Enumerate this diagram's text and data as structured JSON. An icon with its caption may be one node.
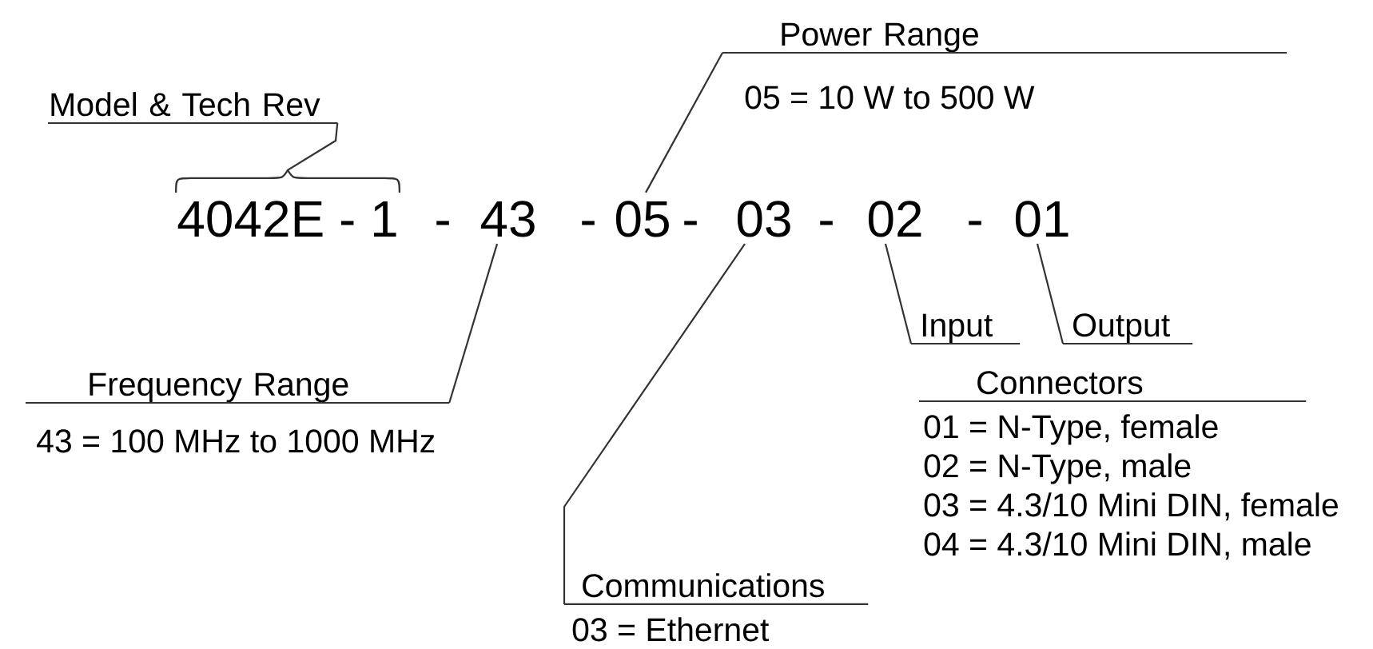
{
  "diagram": {
    "nodes": [
      {
        "text": [
          "Model & Tech Rev"
        ]
      },
      {
        "text": [
          "Power Range"
        ],
        "beside": [
          "05 = 10 W to 500 W"
        ]
      },
      {
        "text": [
          "4042E - 1"
        ]
      },
      {
        "text": [
          "43"
        ]
      },
      {
        "text": [
          "05"
        ]
      },
      {
        "text": [
          "03"
        ]
      },
      {
        "text": [
          "02"
        ]
      },
      {
        "text": [
          "01"
        ]
      },
      {
        "text": [
          "Input"
        ]
      },
      {
        "text": [
          "Output"
        ]
      },
      {
        "text": [
          "Frequency Range"
        ],
        "beside": [
          "43 = 100 MHz to 1000 MHz"
        ]
      },
      {
        "text": [
          "Connectors"
        ],
        "beside": [
          "01 = N-Type, female",
          "02 = N-Type, male",
          "03 = 4.3/10 Mini DIN, female",
          "04 = 4.3/10 Mini DIN, male"
        ]
      },
      {
        "text": [
          "Communications"
        ],
        "beside": [
          "03 = Ethernet"
        ]
      }
    ],
    "edges": [
      {
        "from": 0,
        "to": 2,
        "arrow": "none"
      },
      {
        "from": 1,
        "to": 4,
        "arrow": "none"
      },
      {
        "from": 10,
        "to": 3,
        "arrow": "none"
      },
      {
        "from": 12,
        "to": 5,
        "arrow": "none"
      },
      {
        "from": 8,
        "to": 6,
        "arrow": "none"
      },
      {
        "from": 9,
        "to": 7,
        "arrow": "none"
      }
    ],
    "labels": [
      "-",
      "-",
      "-",
      "-",
      "-"
    ]
  }
}
